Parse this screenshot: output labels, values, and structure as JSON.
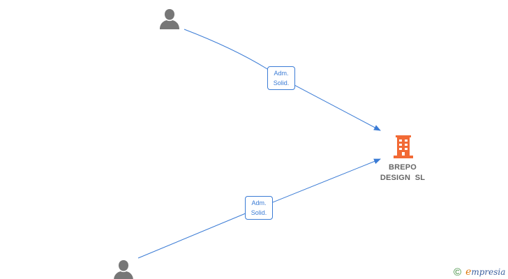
{
  "company": {
    "name_line1": "BREPO",
    "name_line2": "DESIGN  SL",
    "icon": "building-icon",
    "color": "#f26a35"
  },
  "persons": [
    {
      "id": "person-top",
      "icon": "person-icon"
    },
    {
      "id": "person-bottom",
      "icon": "person-icon"
    }
  ],
  "relations": [
    {
      "from": "person-top",
      "to": "company",
      "label_line1": "Adm.",
      "label_line2": "Solid."
    },
    {
      "from": "person-bottom",
      "to": "company",
      "label_line1": "Adm.",
      "label_line2": "Solid."
    }
  ],
  "colors": {
    "edge": "#3a7bd5",
    "person": "#777777",
    "company": "#f26a35"
  },
  "brand": {
    "copyright_symbol": "©",
    "name_initial": "e",
    "name_rest": "mpresia"
  }
}
